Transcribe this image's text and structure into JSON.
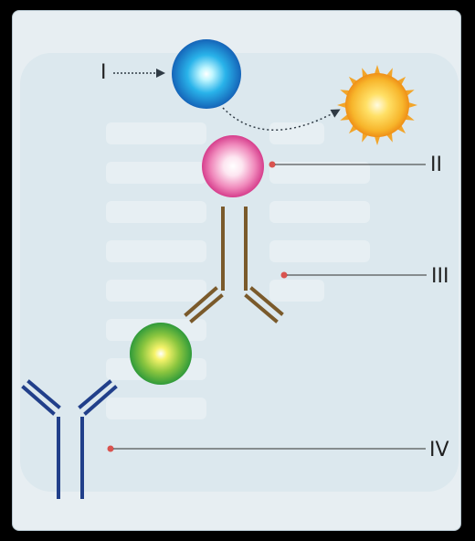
{
  "labels": {
    "I": "I",
    "II": "II",
    "III": "III",
    "IV": "IV"
  },
  "colors": {
    "background": "#000000",
    "panel": "#e7eef2",
    "inner_panel": "#dce8ee",
    "blue_cell": "#1e8fd6",
    "pink_cell": "#e0529c",
    "green_cell": "#4caf3a",
    "sun_cell": "#f5a623",
    "brown_antibody": "#7a5a2b",
    "navy_antibody": "#213f8a",
    "leader_dot": "#d9534f",
    "leader_line": "#2f2f2f"
  },
  "icons": {
    "cell_I": "blue-sphere-icon",
    "cell_II": "pink-sphere-icon",
    "cell_sun": "spiky-sun-cell-icon",
    "cell_green": "green-sphere-icon",
    "antibody_III": "brown-antibody-icon",
    "antibody_IV": "navy-antibody-icon"
  }
}
